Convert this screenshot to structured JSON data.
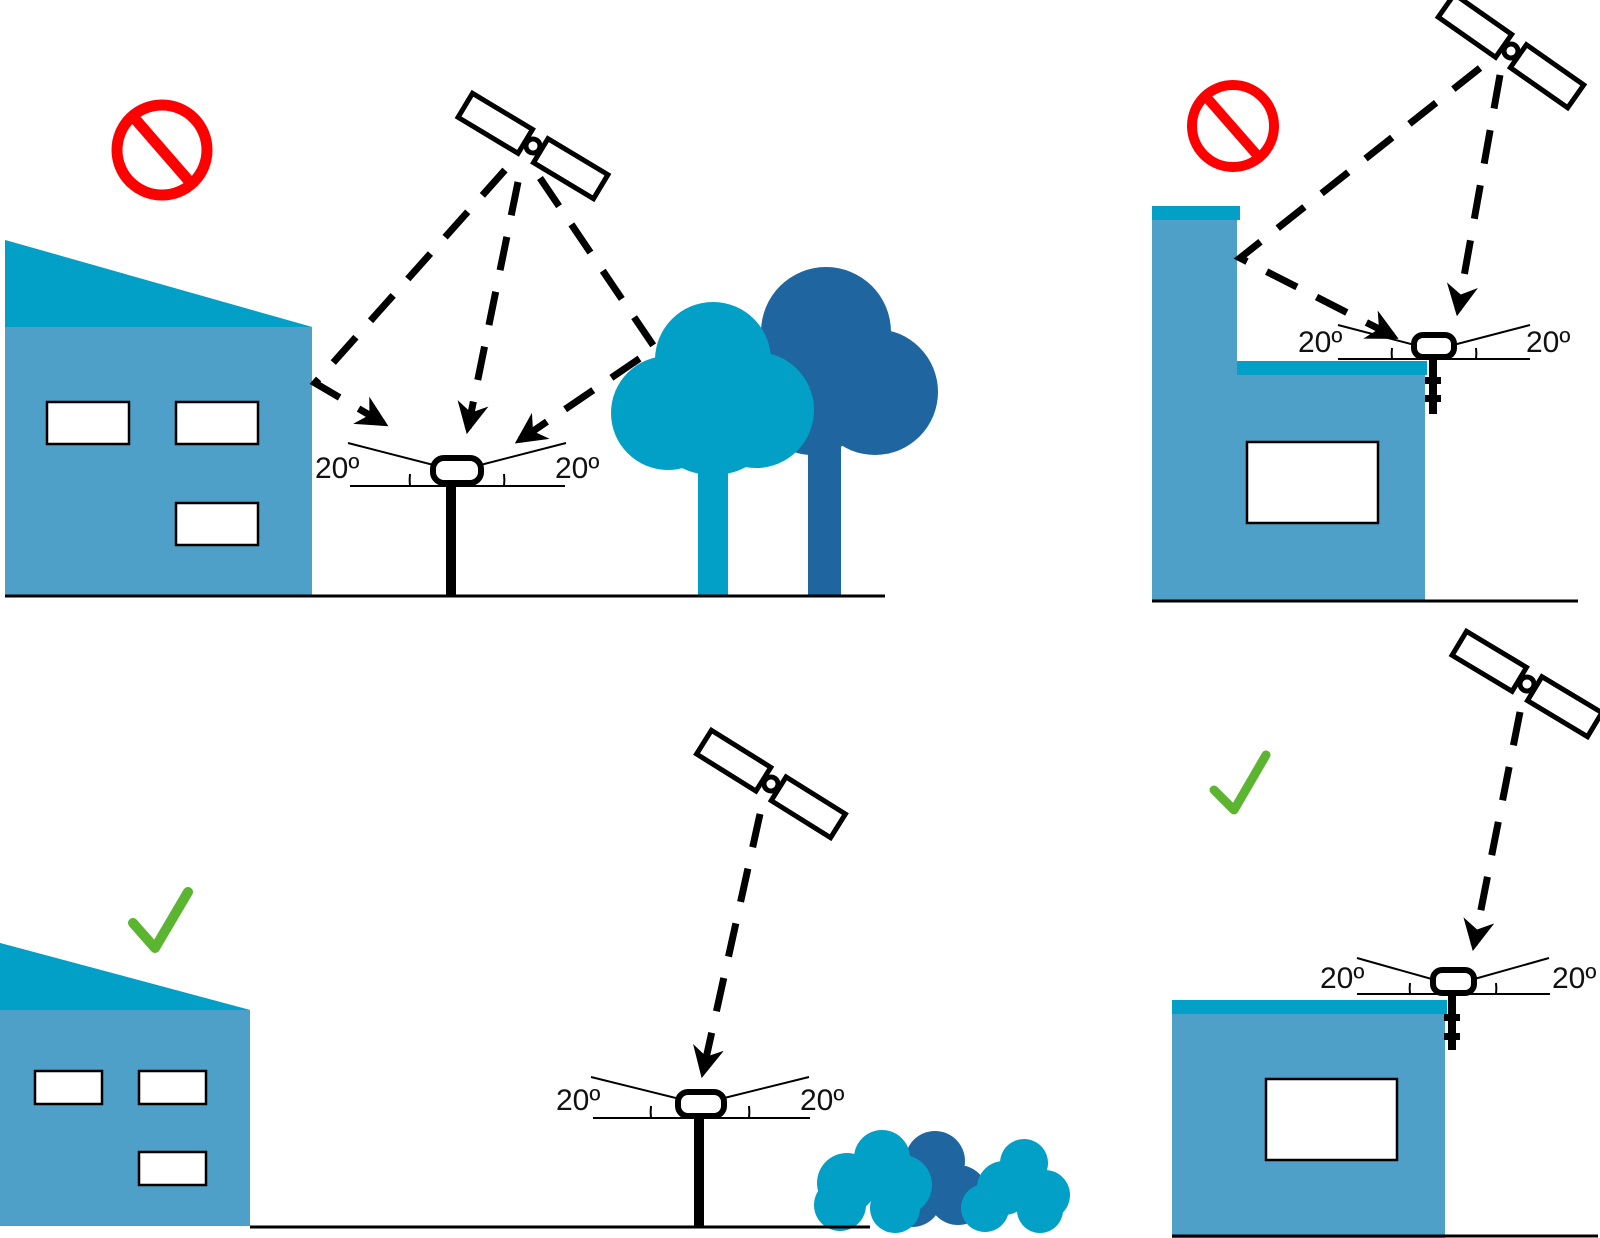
{
  "colors": {
    "wall": "#4fa0c8",
    "roof": "#02a0c7",
    "tree_light": "#02a0c7",
    "tree_dark": "#1f66a0",
    "prohibit": "#ff0000",
    "check": "#5cb531",
    "ink": "#000000"
  },
  "panels": [
    {
      "id": "bad-ground",
      "status": "prohibited",
      "status_icon": "prohibited-icon",
      "elevation_mask": {
        "left": "20º",
        "right": "20º"
      }
    },
    {
      "id": "bad-roof",
      "status": "prohibited",
      "status_icon": "prohibited-icon",
      "elevation_mask": {
        "left": "20º",
        "right": "20º"
      }
    },
    {
      "id": "good-ground",
      "status": "correct",
      "status_icon": "checkmark-icon",
      "elevation_mask": {
        "left": "20º",
        "right": "20º"
      }
    },
    {
      "id": "good-roof",
      "status": "correct",
      "status_icon": "checkmark-icon",
      "elevation_mask": {
        "left": "20º",
        "right": "20º"
      }
    }
  ]
}
